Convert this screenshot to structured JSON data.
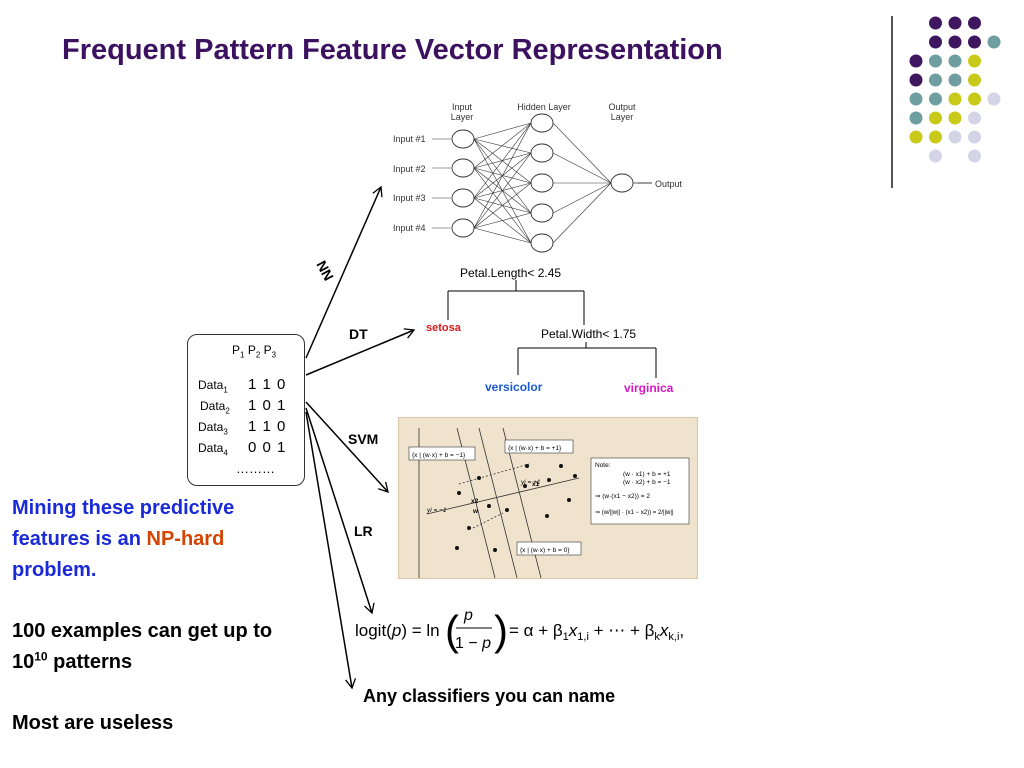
{
  "title": "Frequent Pattern Feature Vector Representation",
  "colors": {
    "title": "#3b1160",
    "blue_text": "#1a2ad8",
    "orange_text": "#d44300",
    "dot_purple": "#3f1760",
    "dot_teal": "#6f9ea0",
    "dot_yellow": "#c9c91a",
    "dot_lavender": "#d4d4e6"
  },
  "matrix": {
    "header": [
      "P1",
      "P2",
      "P3"
    ],
    "rows": [
      {
        "label": "Data1",
        "bits": "1 1 0"
      },
      {
        "label": "Data2",
        "bits": "1 0 1"
      },
      {
        "label": "Data3",
        "bits": "1 1 0"
      },
      {
        "label": "Data4",
        "bits": "0 0 1"
      }
    ],
    "ellipsis": "………"
  },
  "branches": {
    "nn": "NN",
    "dt": "DT",
    "svm": "SVM",
    "lr": "LR"
  },
  "nn": {
    "input_layer": "Input Layer",
    "hidden_layer": "Hidden Layer",
    "output_layer": "Output Layer",
    "inputs": [
      "Input #1",
      "Input #2",
      "Input #3",
      "Input #4"
    ],
    "output": "Output"
  },
  "tree": {
    "root": "Petal.Length< 2.45",
    "leaf_left": "setosa",
    "node_right": "Petal.Width< 1.75",
    "leaf_mid": "versicolor",
    "leaf_right": "virginica"
  },
  "svm": {
    "hyperplane_top_left": "{x | (w·x) + b = −1}",
    "hyperplane_top_right": "{x | (w·x) + b = +1}",
    "hyperplane_bottom": "{x | (w·x) + b = 0}",
    "note_title": "Note:",
    "note_lines": [
      "(w · x1) + b = +1",
      "(w · x2) + b = −1",
      "⇒ (w·(x1 − x2)) = 2",
      "⇒ (w/||w|| · (x1 − x2)) = 2/||w||"
    ],
    "y_pos": "yi = +1",
    "y_neg": "yi = −1",
    "x1": "x1",
    "x2": "x2",
    "w": "w"
  },
  "lr": {
    "formula": "logit(p) = ln( p / (1 − p) ) = α + β1x1,i + ⋯ + βkxk,i,"
  },
  "left": {
    "line1": "Mining these predictive",
    "line2_a": "features is an ",
    "line2_b": "NP-hard",
    "line3": "problem.",
    "line4": "100 examples can get up to",
    "line5_base": "10",
    "line5_exp": "10",
    "line5_rest": " patterns",
    "line6": "Most are useless"
  },
  "caption": "Any classifiers you can name"
}
